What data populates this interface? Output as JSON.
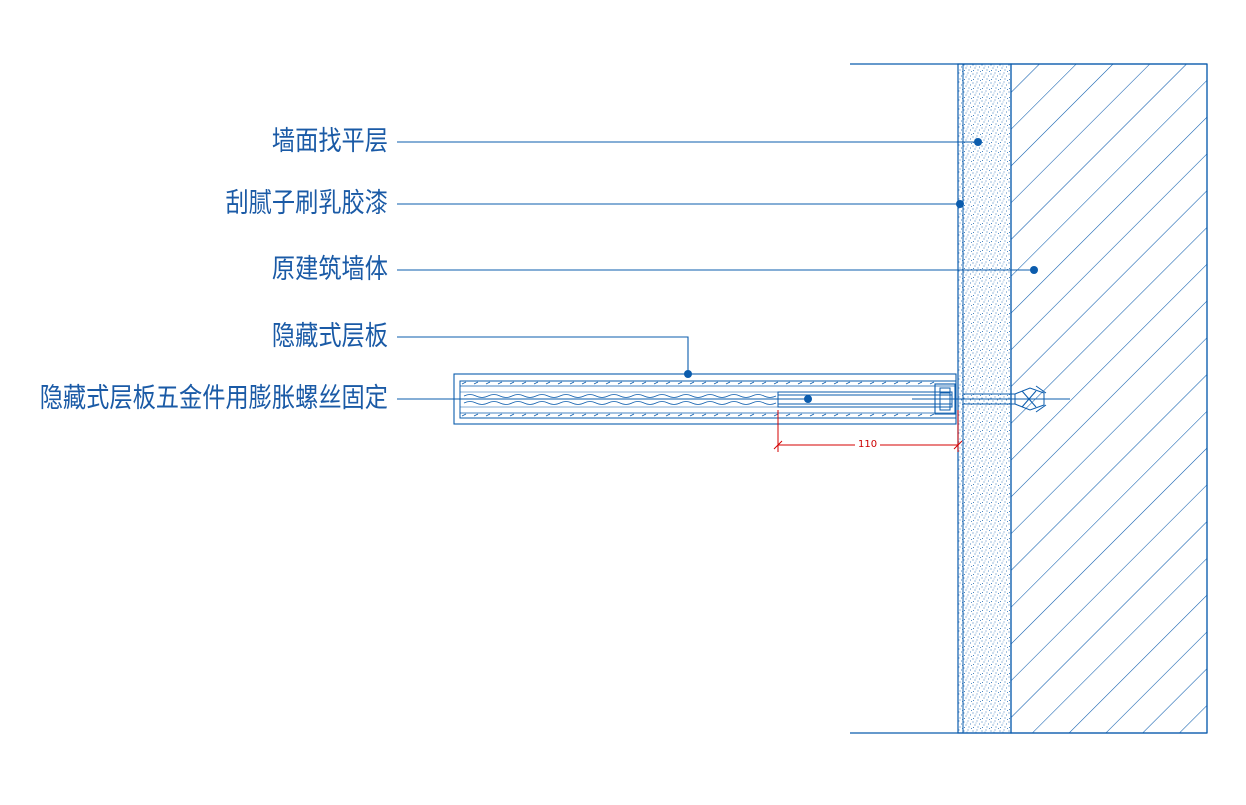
{
  "colors": {
    "line": "#0b5cad",
    "text": "#1a5aa6",
    "dimension": "#d40000",
    "background": "#ffffff"
  },
  "labels": {
    "leveling_layer": "墙面找平层",
    "putty_latex": "刮腻子刷乳胶漆",
    "original_wall": "原建筑墙体",
    "hidden_shelf": "隐藏式层板",
    "shelf_hardware": "隐藏式层板五金件用膨胀螺丝固定"
  },
  "dimension": {
    "value": "110"
  }
}
